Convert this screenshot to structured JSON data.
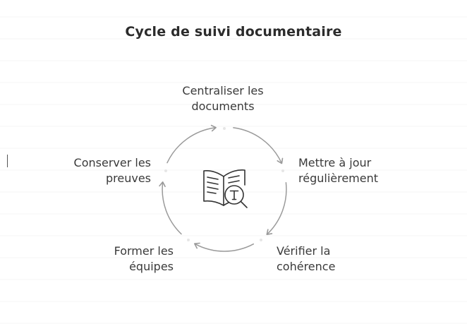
{
  "title": "Cycle de suivi documentaire",
  "steps": [
    {
      "line1": "Centraliser les",
      "line2": "documents"
    },
    {
      "line1": "Mettre à jour",
      "line2": "régulièrement"
    },
    {
      "line1": "Vérifier la",
      "line2": "cohérence"
    },
    {
      "line1": "Former les",
      "line2": "équipes"
    },
    {
      "line1": "Conserver les",
      "line2": "preuves"
    }
  ],
  "center_icon": "open-book-with-magnifier-icon",
  "colors": {
    "text": "#3a3a3a",
    "arrow": "#9a9a9a",
    "icon": "#333333",
    "ruled_lines": "#f3f3f3"
  }
}
